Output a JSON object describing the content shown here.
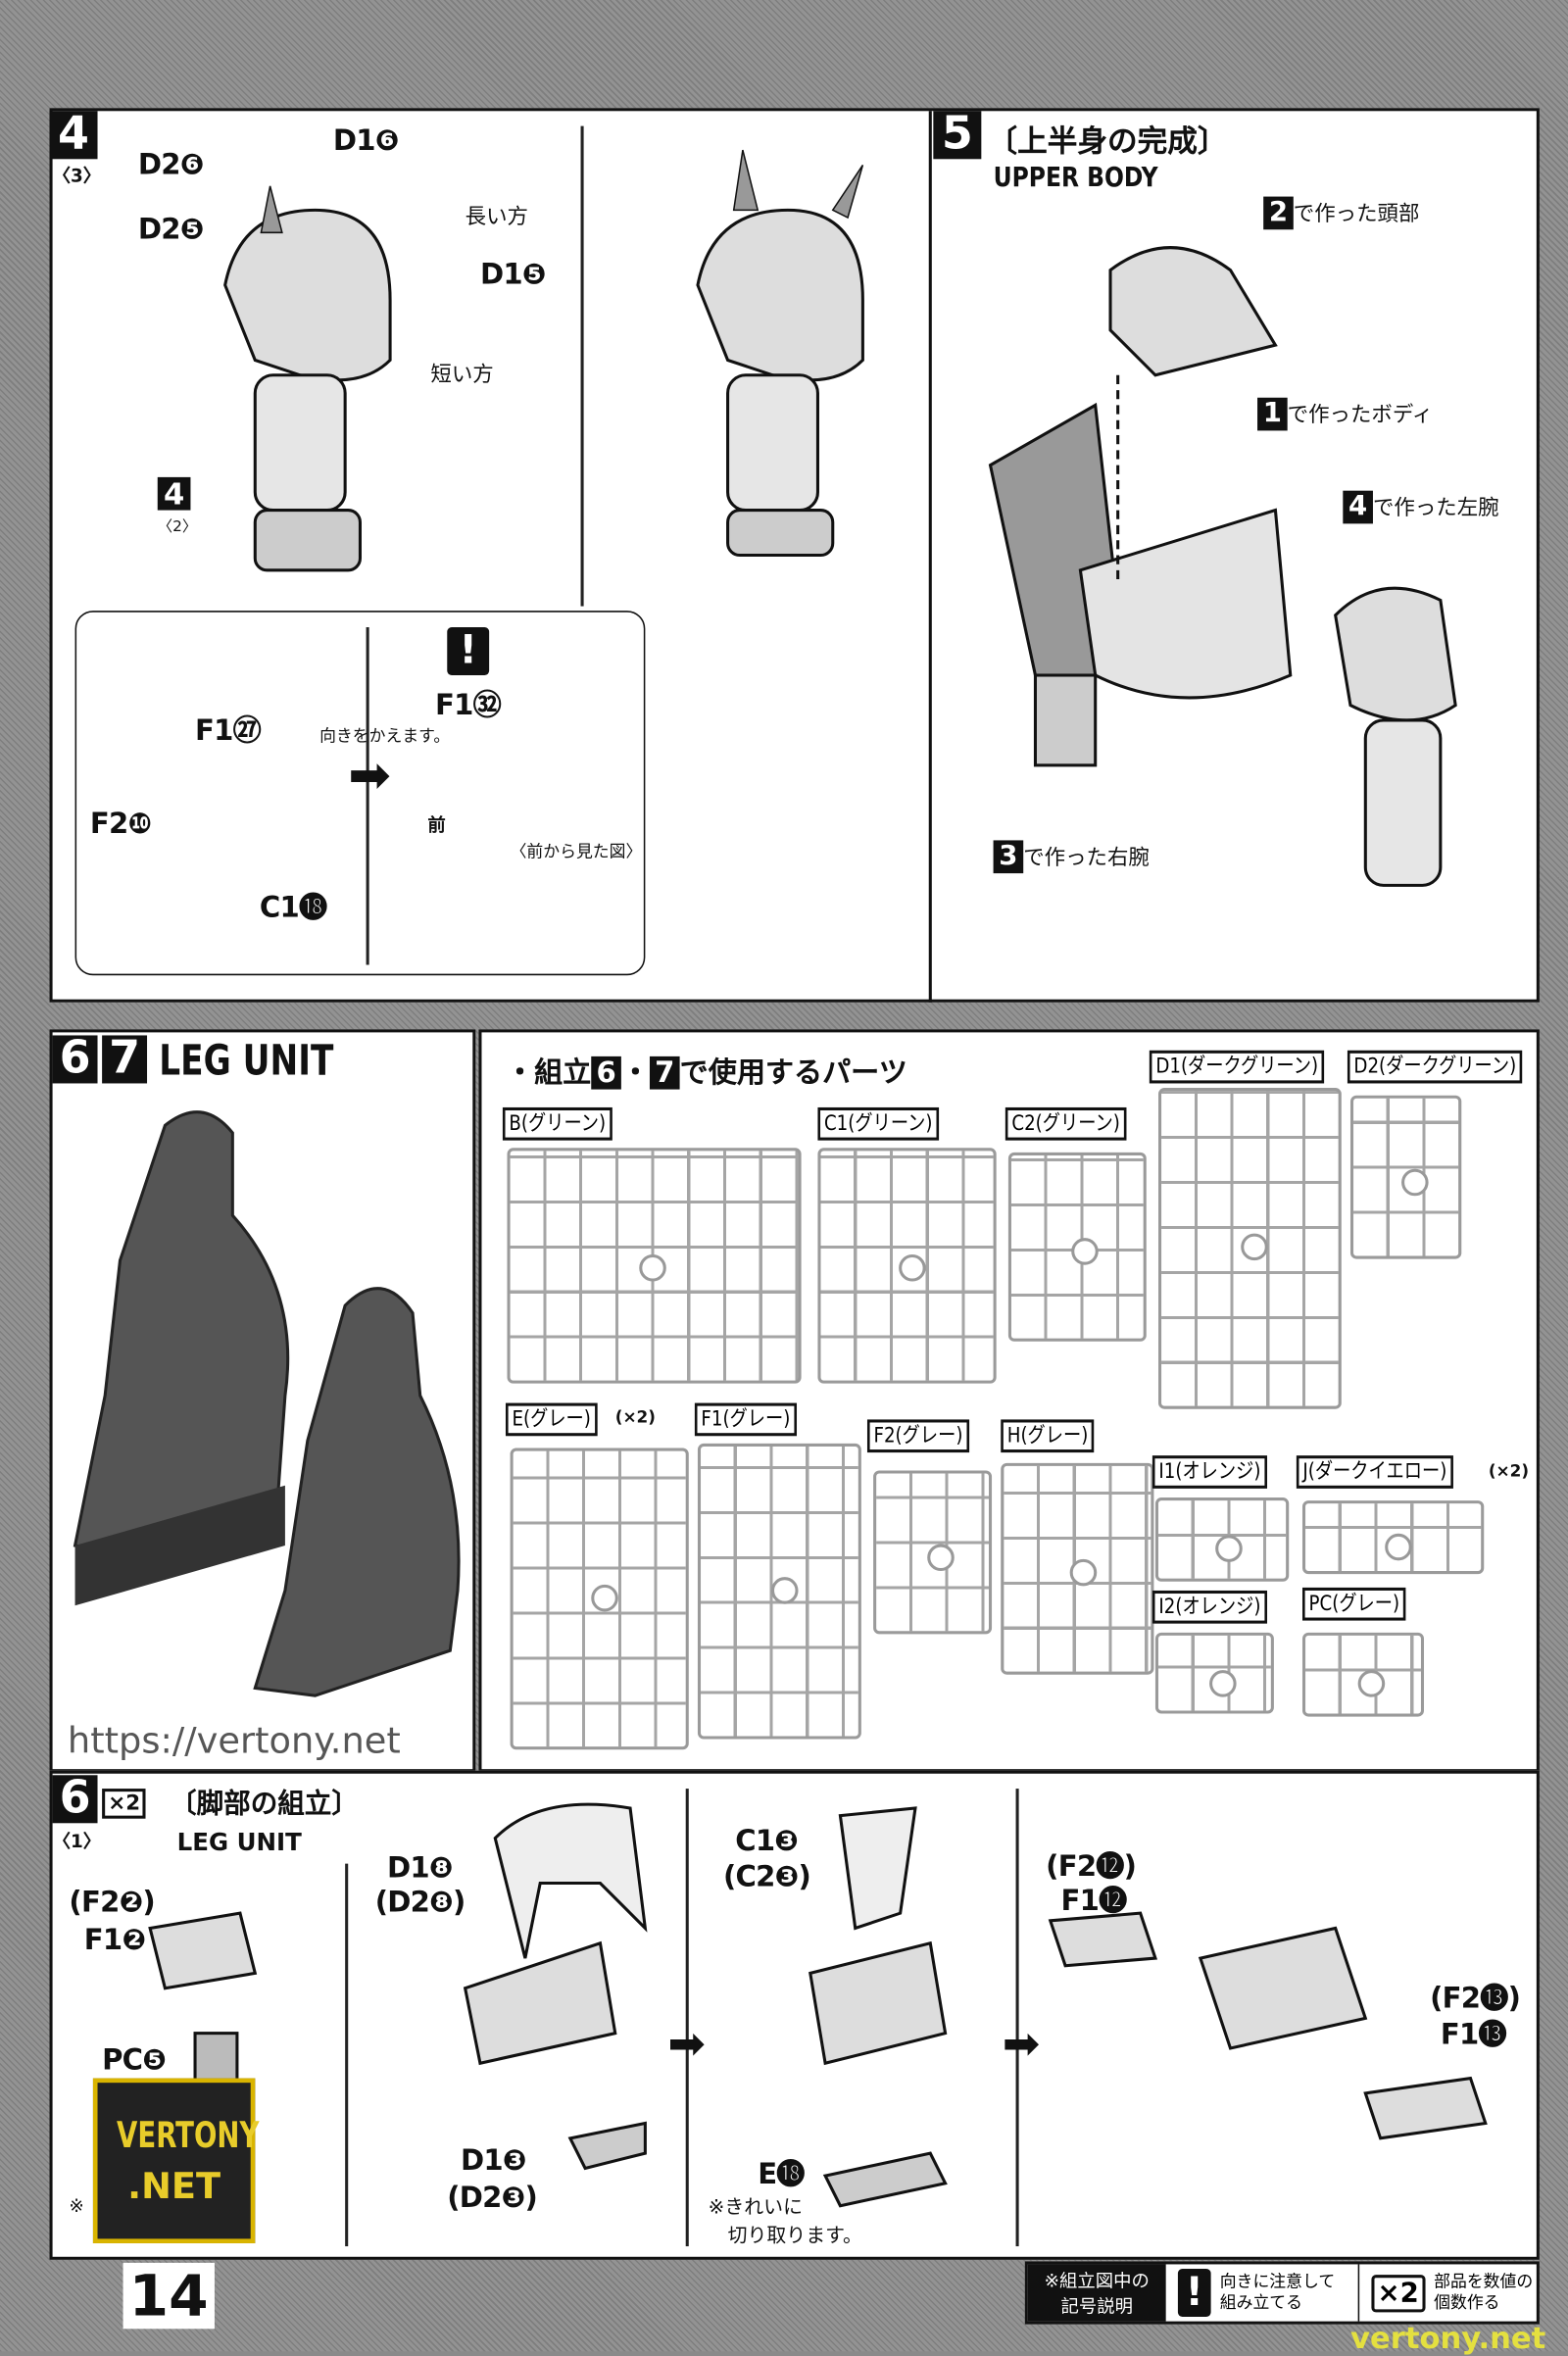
{
  "page_number": "14",
  "step4": {
    "num": "4",
    "sub": "〈3〉",
    "parts": [
      "D2❻",
      "D2❺",
      "D1❻",
      "D1❺"
    ],
    "long_side": "長い方",
    "short_side": "短い方",
    "ref_step": "4",
    "ref_sub": "〈2〉",
    "inset": {
      "parts": [
        "F1㉗",
        "F2❿",
        "C1⓲",
        "F1㉜"
      ],
      "turn_note": "向きをかえます。",
      "front": "前",
      "front_view": "〈前から見た図〉",
      "caution_icon": "!"
    }
  },
  "step5": {
    "num": "5",
    "title_ja": "〔上半身の完成〕",
    "title_en": "UPPER BODY",
    "refs": [
      {
        "num": "2",
        "text": "で作った頭部"
      },
      {
        "num": "1",
        "text": "で作ったボディ"
      },
      {
        "num": "4",
        "text": "で作った左腕"
      },
      {
        "num": "3",
        "text": "で作った右腕"
      }
    ]
  },
  "leg_unit": {
    "nums": [
      "6",
      "7"
    ],
    "title": "LEG UNIT",
    "parts_heading": {
      "pre": "・組立",
      "n1": "6",
      "mid": "・",
      "n2": "7",
      "post": "で使用するパーツ"
    },
    "runners": [
      {
        "name": "B(グリーン)",
        "qty": ""
      },
      {
        "name": "C1(グリーン)",
        "qty": ""
      },
      {
        "name": "C2(グリーン)",
        "qty": ""
      },
      {
        "name": "D1(ダークグリーン)",
        "qty": ""
      },
      {
        "name": "D2(ダークグリーン)",
        "qty": ""
      },
      {
        "name": "E(グレー)",
        "qty": "(×2)"
      },
      {
        "name": "F1(グレー)",
        "qty": ""
      },
      {
        "name": "F2(グレー)",
        "qty": ""
      },
      {
        "name": "H(グレー)",
        "qty": ""
      },
      {
        "name": "I1(オレンジ)",
        "qty": ""
      },
      {
        "name": "J(ダークイエロー)",
        "qty": "(×2)"
      },
      {
        "name": "I2(オレンジ)",
        "qty": ""
      },
      {
        "name": "PC(グレー)",
        "qty": ""
      }
    ]
  },
  "step6": {
    "num": "6",
    "sub": "〈1〉",
    "mult": "×2",
    "title_ja": "〔脚部の組立〕",
    "title_en": "LEG UNIT",
    "labels": [
      "(F2❷)",
      "F1❷",
      "PC❺",
      "※",
      "D1❽",
      "(D2❽)",
      "D1❸",
      "(D2❸)",
      "C1❸",
      "(C2❸)",
      "E⓲",
      "※きれいに",
      "切り取ります。",
      "(F2⓬)",
      "F1⓬",
      "(F2⓭)",
      "F1⓭"
    ]
  },
  "legend": {
    "title1": "※組立図中の",
    "title2": "記号説明",
    "caution_icon": "!",
    "caution1": "向きに注意して",
    "caution2": "組み立てる",
    "mult_icon": "×2",
    "mult1": "部品を数値の",
    "mult2": "個数作る"
  },
  "watermarks": {
    "logo1": "VERTONY",
    "logo2": ".NET",
    "url": "https://vertony.net",
    "footer": "vertony.net"
  }
}
